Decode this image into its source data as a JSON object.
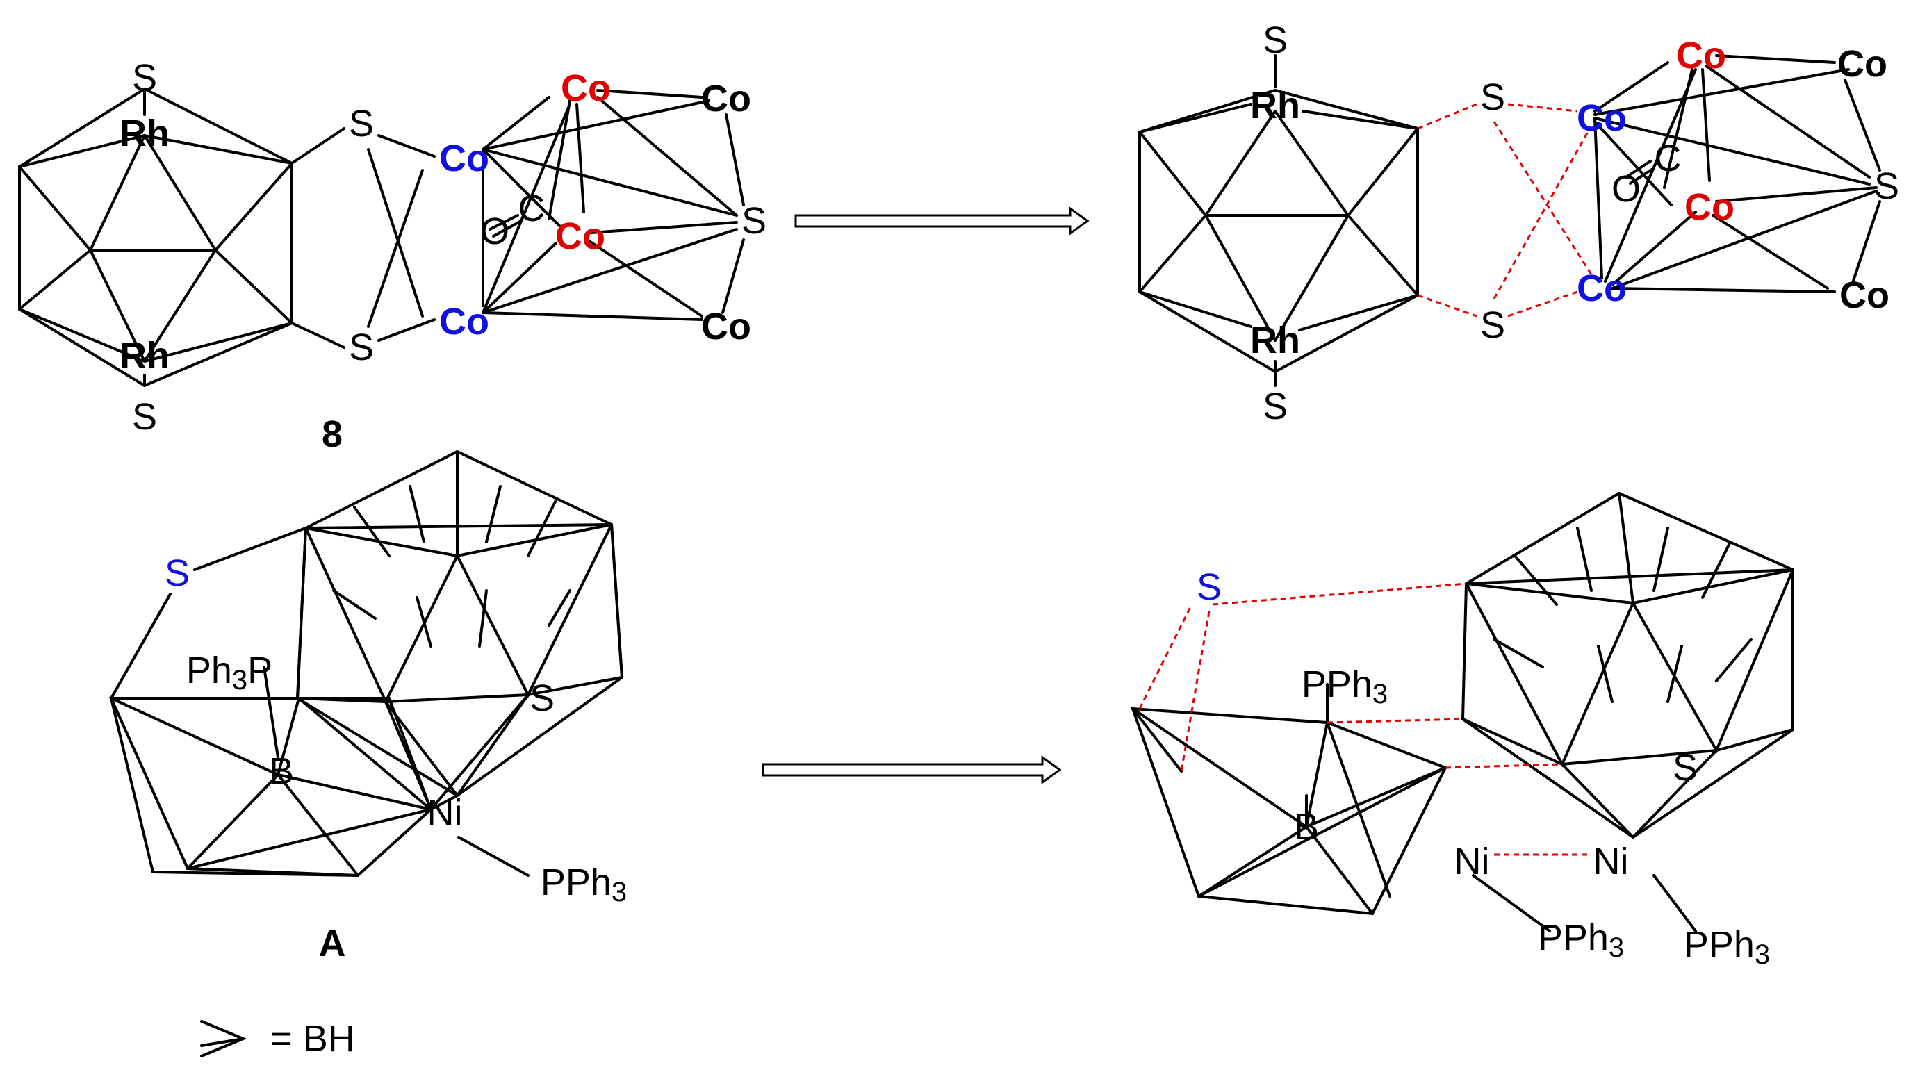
{
  "colors": {
    "black": "#000000",
    "red": "#e00000",
    "blue": "#1010e0",
    "dashed_bond": "#e00000"
  },
  "compound_labels": {
    "top_left": "8",
    "bottom_left": "A"
  },
  "legend": {
    "text": "= BH"
  },
  "atoms": {
    "tl": [
      {
        "text": "S",
        "color": "black",
        "bold": false
      },
      {
        "text": "Rh",
        "color": "black",
        "bold": true
      },
      {
        "text": "Rh",
        "color": "black",
        "bold": true
      },
      {
        "text": "S",
        "color": "black",
        "bold": false
      },
      {
        "text": "S",
        "color": "black",
        "bold": false
      },
      {
        "text": "S",
        "color": "black",
        "bold": false
      },
      {
        "text": "Co",
        "color": "blue",
        "bold": true
      },
      {
        "text": "Co",
        "color": "blue",
        "bold": true
      },
      {
        "text": "Co",
        "color": "red",
        "bold": true
      },
      {
        "text": "Co",
        "color": "red",
        "bold": true
      },
      {
        "text": "Co",
        "color": "black",
        "bold": true
      },
      {
        "text": "Co",
        "color": "black",
        "bold": true
      },
      {
        "text": "S",
        "color": "black",
        "bold": false
      },
      {
        "text": "O",
        "color": "black",
        "bold": false
      },
      {
        "text": "C",
        "color": "black",
        "bold": false
      }
    ],
    "tr": [
      {
        "text": "S",
        "color": "black",
        "bold": false
      },
      {
        "text": "Rh",
        "color": "black",
        "bold": true
      },
      {
        "text": "Rh",
        "color": "black",
        "bold": true
      },
      {
        "text": "S",
        "color": "black",
        "bold": false
      },
      {
        "text": "S",
        "color": "black",
        "bold": false
      },
      {
        "text": "S",
        "color": "black",
        "bold": false
      },
      {
        "text": "Co",
        "color": "blue",
        "bold": true
      },
      {
        "text": "Co",
        "color": "blue",
        "bold": true
      },
      {
        "text": "Co",
        "color": "red",
        "bold": true
      },
      {
        "text": "Co",
        "color": "red",
        "bold": true
      },
      {
        "text": "Co",
        "color": "black",
        "bold": true
      },
      {
        "text": "Co",
        "color": "black",
        "bold": true
      },
      {
        "text": "S",
        "color": "black",
        "bold": false
      },
      {
        "text": "O",
        "color": "black",
        "bold": false
      },
      {
        "text": "C",
        "color": "black",
        "bold": false
      }
    ],
    "bl": [
      {
        "text": "S",
        "color": "blue",
        "bold": false
      },
      {
        "text": "S",
        "color": "black",
        "bold": false
      },
      {
        "text": "B",
        "color": "black",
        "bold": false
      },
      {
        "text": "Ni",
        "color": "black",
        "bold": false
      }
    ],
    "br": [
      {
        "text": "S",
        "color": "blue",
        "bold": false
      },
      {
        "text": "S",
        "color": "black",
        "bold": false
      },
      {
        "text": "B",
        "color": "black",
        "bold": false
      },
      {
        "text": "Ni",
        "color": "black",
        "bold": false
      },
      {
        "text": "Ni",
        "color": "black",
        "bold": false
      }
    ]
  },
  "ligands": {
    "bl_b_pph3": {
      "main": "Ph",
      "sub": "3",
      "tail": "P"
    },
    "bl_ni_pph3": {
      "main": "PPh",
      "sub": "3"
    },
    "br_b_pph3": {
      "main": "PPh",
      "sub": "3"
    },
    "br_ni1_pph3": {
      "main": "PPh",
      "sub": "3"
    },
    "br_ni2_pph3": {
      "main": "PPh",
      "sub": "3"
    }
  }
}
